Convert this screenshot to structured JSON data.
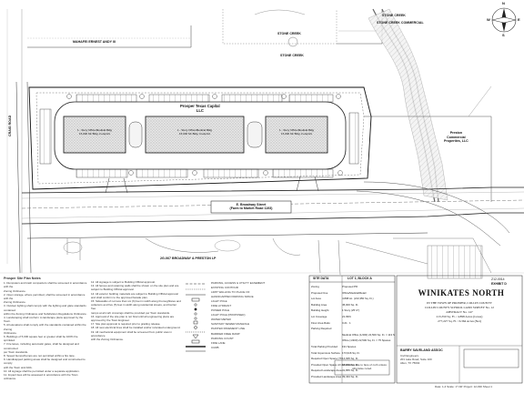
{
  "neighbors": {
    "top_left_owner": "MAHAFEI ERNEST ANDY III",
    "top_right_1": "STONE CREEK",
    "top_right_2": "STONE CREEK COMMERCIAL",
    "center_top": "STONE CREEK",
    "right_owner": [
      "Preston",
      "Commercial",
      "Properties, LLC"
    ],
    "bottom_owner": "2G-067 BROADWAY & PRESTON LP"
  },
  "site": {
    "owner_label": [
      "Prosper Texas Capital",
      "LLC"
    ],
    "street_name": "E. Broadway Street",
    "street_sub": "(Farm to Market Road 1193)",
    "side_street": "CRAIG ROAD",
    "buildings": [
      {
        "name": "1 - Story Office/Medical Bldg",
        "area": "15,000 SF Bldg. Footprint"
      },
      {
        "name": "1 - Story Office/Medical Bldg",
        "area": "15,000 SF Bldg. Footprint"
      },
      {
        "name": "1 - Story Office/Medical Bldg",
        "area": "15,000 SF Bldg. Footprint"
      }
    ]
  },
  "compass": {
    "n": "N",
    "s": "S",
    "e": "E",
    "w": "W"
  },
  "notes": {
    "heading": "Prosper Site Plan Notes",
    "lines": [
      "1. Dumpsters and trash compactors shall be screened in accordance with the",
      "Zoning Ordinance.",
      "2. Open storage, where permitted, shall be screened in accordance with the",
      "Zoning Ordinance.",
      "3. Outdoor lighting shall comply with the lighting and glare standards contained",
      "within the Zoning Ordinance and Subdivision Regulations Ordinance.",
      "4. Landscaping shall conform to landscape plans approved by the Town.",
      "5. All elevations shall comply with the standards contained within the Zoning",
      "Ordinance.",
      "6. Buildings of 5,000 square feet or greater shall be 100% fire sprinkled.",
      "7. Fire lanes, including automatic gates, shall be designed and constructed",
      "per Town standards.",
      "8. Speed bumps/humps are not permitted within a fire lane.",
      "9. Handicapped parking areas shall be designed and constructed to comply",
      "with the Town and ADA.",
      "10. All signage shall be permitted under a separate application.",
      "11. Impact fees will be assessed in accordance with the Town ordinance."
    ],
    "mid_lines": [
      "12. All signage is subject to Building Official approval.",
      "13. All fences and retaining walls shall be shown on the site plan and are",
      "subject to Building Official approval.",
      "14. All exterior building materials are subject to Building Official approval",
      "and shall conform to the approved facade plan.",
      "15. Sidewalks of not less than six (6) feet in width along thoroughfares and",
      "collectors and five (5) feet in width along residential streets, and barrier free",
      "ramps at all curb crossings shall be provided per Town standards.",
      "16. Approval of the site plan is not final until all engineering plans are",
      "approved by the Town Engineer.",
      "17. Site plan approval is required prior to grading release.",
      "18. All new electrical lines shall be installed and/or relocated underground.",
      "19. All mechanical equipment shall be screened from public view in accordance",
      "with the Zoning Ordinance."
    ]
  },
  "legend": {
    "rows": [
      "PARKING, ACCESS & UTILITY EASEMENT",
      "EXISTING CONTOUR",
      "LIMIT WALLING TO PLACE OF",
      "HANDICAPPED PARKING SPACE",
      "LIGHT POLE",
      "FIRE HYDRANT",
      "POWER POLE",
      "LIGHT POLE (PROPOSED)",
      "WATER METER",
      "SANITARY SEWER MANHOLE",
      "PAINTED PAVEMENT LINE",
      "BARRIER FREE RAMP",
      "PARKING COUNT",
      "FIRE LANE",
      "CURB"
    ]
  },
  "site_data": {
    "heading_left": "SITE DATA",
    "heading_right": "LOT 1, BLOCK A",
    "rows": [
      [
        "Zoning",
        "Proposed PD"
      ],
      [
        "Proposed Use",
        "Office/Medical/Retail"
      ],
      [
        "Lot Area",
        "4.898 Ac. (213,350 Sq. Ft.)"
      ],
      [
        "Building Area",
        "45,000 Sq. Ft."
      ],
      [
        "Building Height",
        "1 Story (25'-0\")"
      ],
      [
        "Lot Coverage",
        "21.09%"
      ],
      [
        "Floor Area Ratio",
        "0.21 : 1"
      ],
      [
        "Parking Required",
        ""
      ],
      [
        "",
        "Medical Office (1/200) 22,500 Sq. Ft. = 113 Spaces"
      ],
      [
        "",
        "Office (1/300) 22,500 Sq. Ft. = 75 Spaces"
      ],
      [
        "Total Parking Provided",
        "191 Spaces"
      ],
      [
        "Total Impervious Surface",
        "173,916 Sq. Ft."
      ],
      [
        "Required Open Space (7%)",
        "14,935 Sq. Ft."
      ],
      [
        "Provided Open Space",
        "18,860 Sq. Ft."
      ],
      [
        "Required Landscape Area",
        "31,855 Sq. Ft."
      ],
      [
        "Provided Landscape Area",
        "39,434 Sq. Ft."
      ]
    ]
  },
  "title_block": {
    "case_no": "Z12-0014",
    "exhibit": "EXHIBIT D",
    "project": "WINIKATES NORTH",
    "lines": [
      "IN THE TOWN OF PROSPER, COLLIN COUNTY",
      "COLLIN COUNTY SCHOOL LAND SURVEY No. 12",
      "ABSTRACT No. 147",
      "213,350 Sq. Ft. / 4.898 Acres (Gross)",
      "277,227 Sq. Ft. / 6.364 Acres (Net)"
    ],
    "firm": "BARRY SAVELAND ASSOC",
    "firm_lines": [
      "Civil Engineers",
      "201 Lake Road, Suite 100",
      "Allen, TX 75002"
    ]
  },
  "footnote": "All dimensions are to face of curb unless otherwise noted.",
  "sheet_info": "Date: 1-4 Scale: 1\"=40' Project: 12-030 Sheet 1"
}
